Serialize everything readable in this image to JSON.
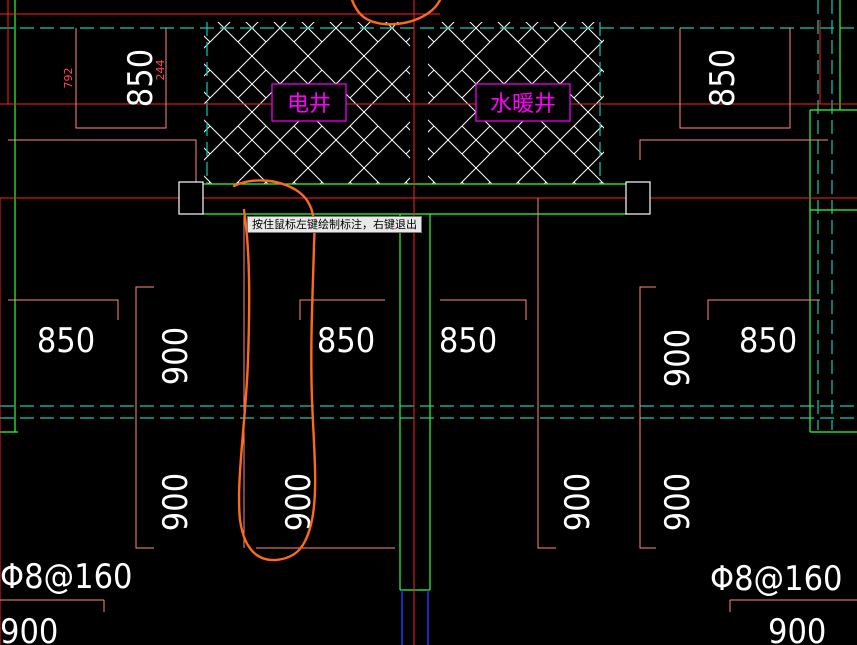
{
  "tooltip": "按住鼠标左键绘制标注，右键退出",
  "shafts": {
    "left_label": "电井",
    "right_label": "水暖井"
  },
  "dimensions": {
    "top_left_vertical": "850",
    "top_left_small": "792",
    "top_left_small_b": "244",
    "top_right_vertical": "850",
    "mid_row": [
      "850",
      "850",
      "850",
      "850"
    ],
    "vertical_900": [
      "900",
      "900",
      "900",
      "900",
      "900",
      "900"
    ],
    "bottom_left": "900",
    "bottom_right": "900"
  },
  "rebar": {
    "left": "Φ8@160",
    "right": "Φ8@160"
  },
  "colors": {
    "background": "#000000",
    "axis_red": "#ff2020",
    "wall_green": "#33ff33",
    "dash_cyan": "#19c8b4",
    "dim_line": "#ff8a80",
    "hatch": "#ffffff",
    "shaft_label": "#ff00ff",
    "markup_orange": "#ff6a1a",
    "column_blue": "#2040ff"
  }
}
